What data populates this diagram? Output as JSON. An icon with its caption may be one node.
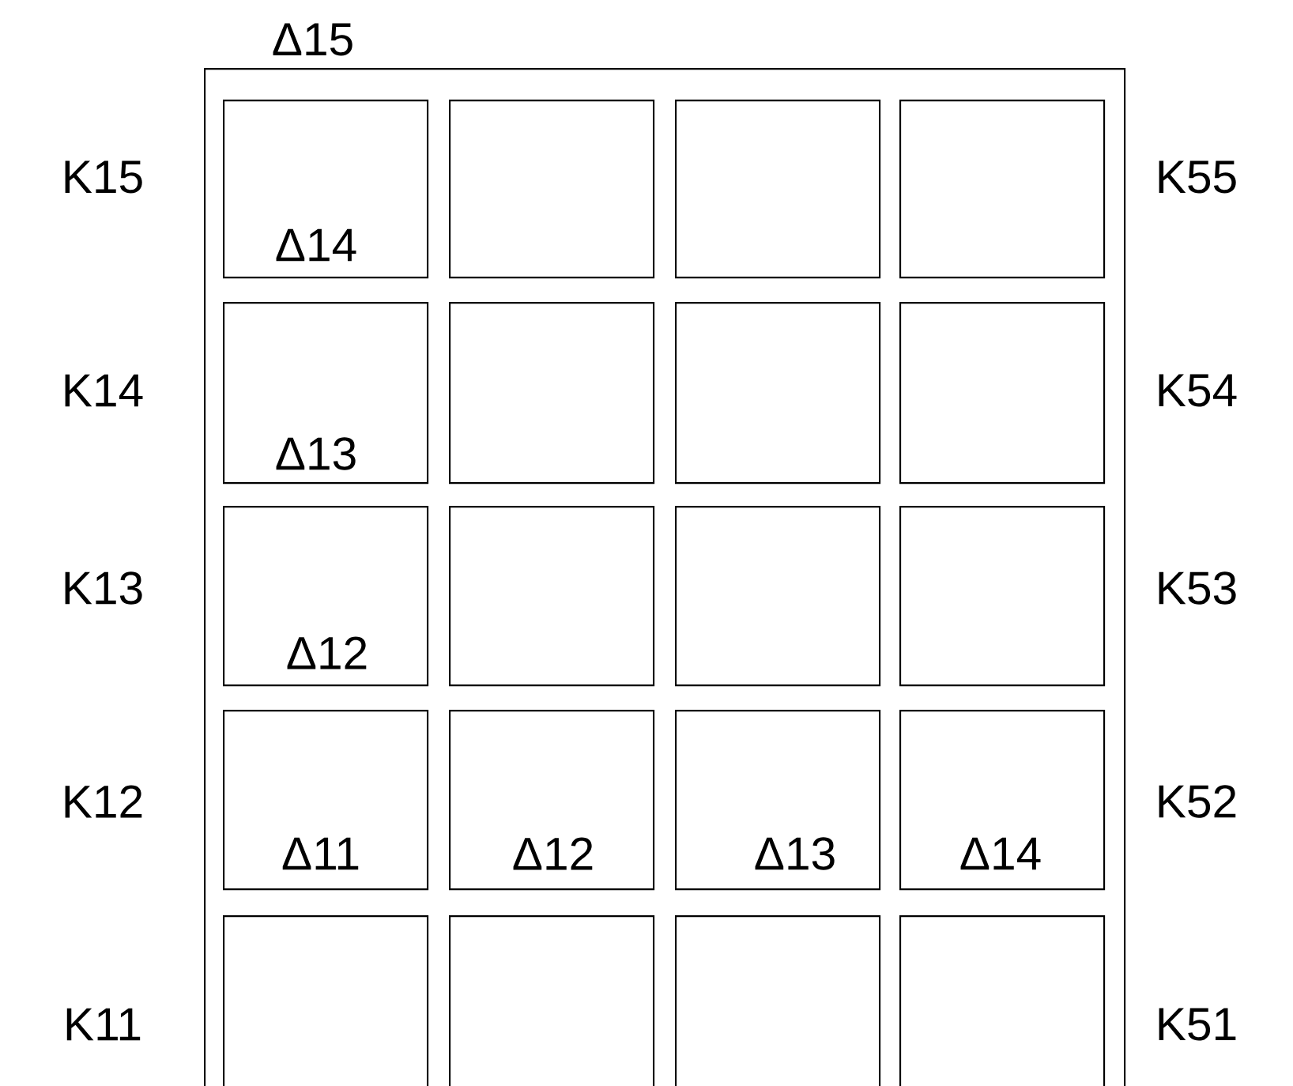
{
  "diagram": {
    "nodes": [
      {
        "text": [
          "Δ15"
        ]
      },
      {
        "text": [
          "Δ14"
        ],
        "in": 0
      },
      {
        "text": [],
        "shape": "box",
        "in": 0
      },
      {
        "text": [],
        "shape": "box",
        "in": 0
      },
      {
        "text": [],
        "shape": "box",
        "in": 0
      },
      {
        "text": [
          "Δ13"
        ],
        "in": 0
      },
      {
        "text": [],
        "shape": "box",
        "in": 0
      },
      {
        "text": [],
        "shape": "box",
        "in": 0
      },
      {
        "text": [],
        "shape": "box",
        "in": 0
      },
      {
        "text": [
          "Δ12"
        ],
        "in": 0
      },
      {
        "text": [],
        "shape": "box",
        "in": 0
      },
      {
        "text": [],
        "shape": "box",
        "in": 0
      },
      {
        "text": [],
        "shape": "box",
        "in": 0
      },
      {
        "text": [
          "Δ11"
        ],
        "in": 0
      },
      {
        "text": [
          "Δ12"
        ],
        "in": 0
      },
      {
        "text": [
          "Δ13"
        ],
        "in": 0
      },
      {
        "text": [
          "Δ14"
        ],
        "in": 0
      },
      {
        "text": [],
        "shape": "box",
        "in": 0
      },
      {
        "text": [],
        "shape": "box",
        "in": 0
      },
      {
        "text": [],
        "shape": "box",
        "in": 0
      },
      {
        "text": [],
        "shape": "box",
        "in": 0
      }
    ],
    "labels": [
      "K15",
      "K55",
      "K14",
      "K54",
      "K13",
      "K53",
      "K12",
      "K52",
      "K11",
      "K51"
    ]
  }
}
